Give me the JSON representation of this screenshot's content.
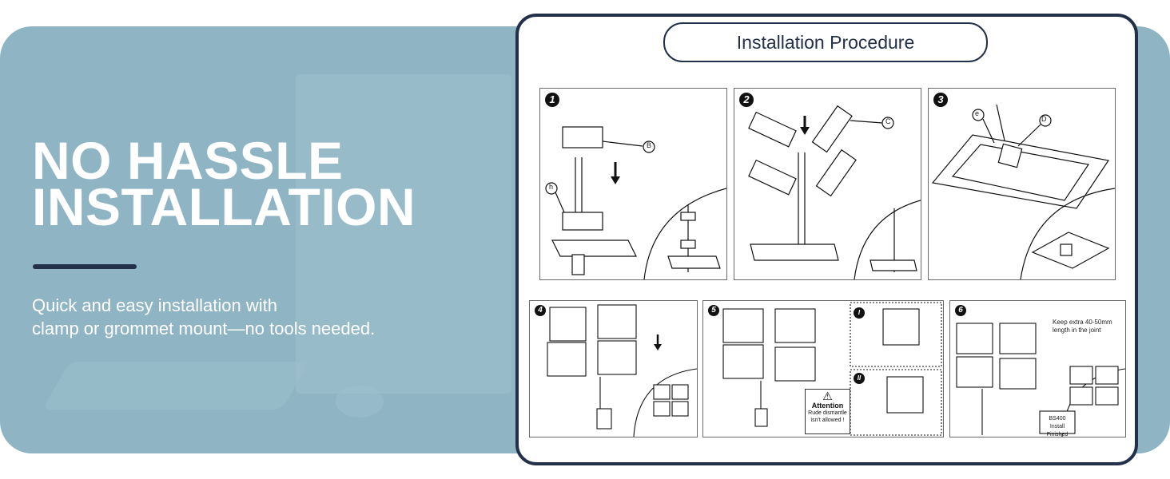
{
  "hero": {
    "headline_line1": "NO HASSLE",
    "headline_line2": "INSTALLATION",
    "subtext_line1": "Quick and easy installation with",
    "subtext_line2": "clamp or grommet mount—no tools needed."
  },
  "procedure": {
    "title": "Installation Procedure",
    "steps": [
      {
        "number": "1",
        "labels": [
          "B",
          "h"
        ]
      },
      {
        "number": "2",
        "labels": [
          "C"
        ]
      },
      {
        "number": "3",
        "labels": [
          "e",
          "D"
        ]
      },
      {
        "number": "4"
      },
      {
        "number": "5",
        "sub_steps": [
          "I",
          "II"
        ],
        "attention": {
          "title": "Attention",
          "line1": "Rude dismantle",
          "line2": "isn't allowed !"
        }
      },
      {
        "number": "6",
        "note_line1": "Keep extra 40-50mm",
        "note_line2": "length in the joint",
        "finish_line1": "BS400",
        "finish_line2": "Install Finished"
      }
    ]
  },
  "colors": {
    "banner": "#8fb5c5",
    "navy": "#223049",
    "white": "#ffffff"
  }
}
